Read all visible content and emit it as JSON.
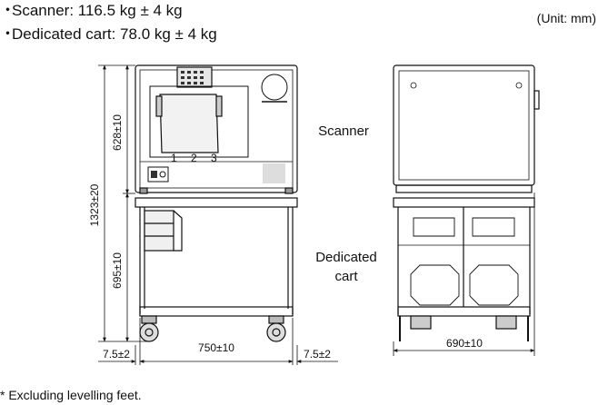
{
  "specs": [
    {
      "bullet": "・",
      "text": "Scanner: 116.5 kg ± 4 kg"
    },
    {
      "bullet": "・",
      "text": "Dedicated cart: 78.0 kg ± 4 kg"
    }
  ],
  "unit_note": "(Unit: mm)",
  "labels": {
    "scanner": "Scanner",
    "cart_line1": "Dedicated",
    "cart_line2": "cart"
  },
  "dimensions": {
    "scanner_height": "628±10",
    "total_height": "1323±20",
    "cart_height": "695±10",
    "left_margin": "7.5±2",
    "width": "750±10",
    "right_margin": "7.5±2",
    "depth": "690±10"
  },
  "device_text": {
    "tray_numbers": [
      "1",
      "2",
      "3"
    ]
  },
  "footnote": "* Excluding levelling feet."
}
